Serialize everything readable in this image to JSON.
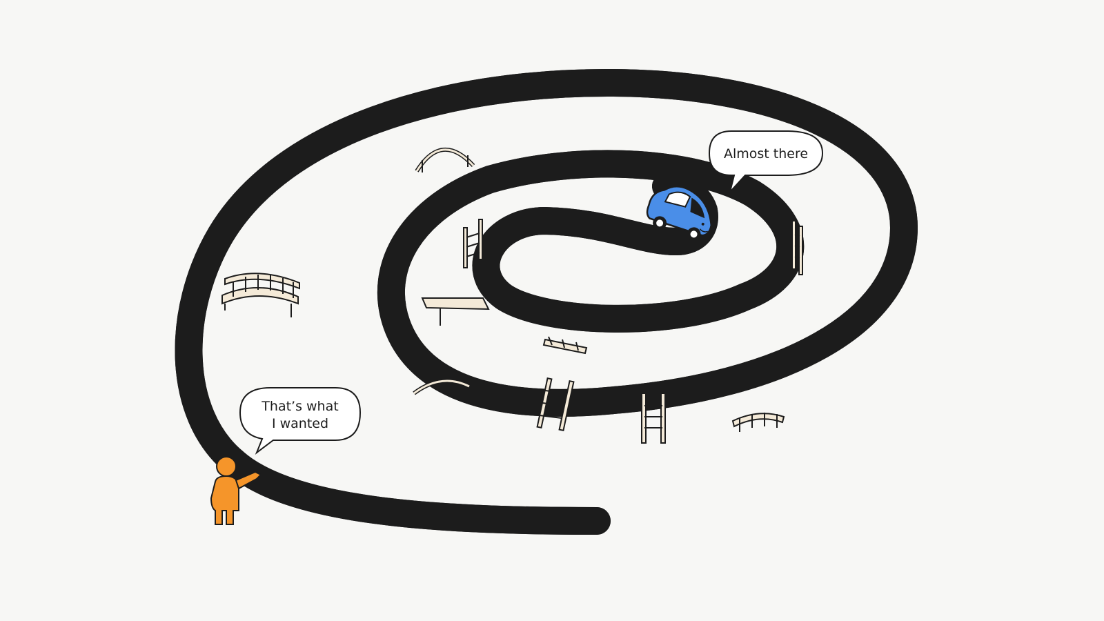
{
  "colors": {
    "background": "#f7f7f5",
    "road": "#45a8f0",
    "outline": "#1c1c1c",
    "bridge": "#f4ead8",
    "person": "#f5952a",
    "car": "#4a8ee8"
  },
  "speech_bubbles": {
    "car": {
      "text": "Almost there"
    },
    "person": {
      "line1": "That’s what",
      "line2": "I wanted"
    }
  },
  "icons": {
    "car": "car-icon",
    "person": "person-pointing-icon"
  }
}
